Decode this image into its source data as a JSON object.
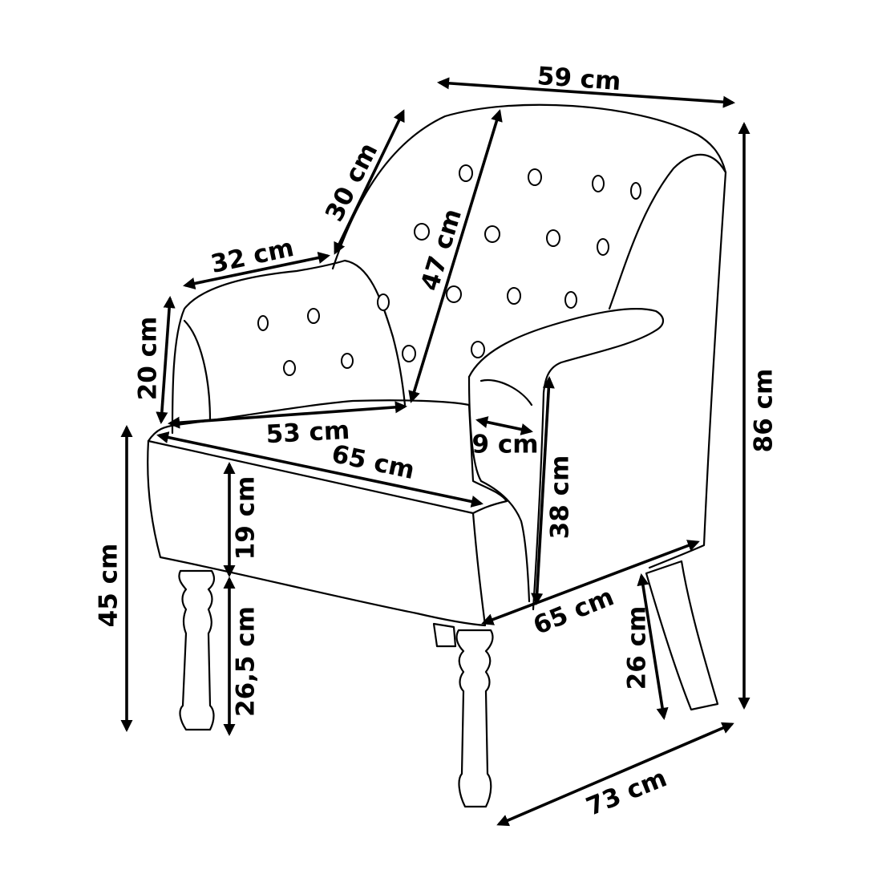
{
  "dimensions": {
    "top_width": "59 cm",
    "backrest_side_depth": "30 cm",
    "backrest_height": "47 cm",
    "armrest_length": "32 cm",
    "armrest_height": "20 cm",
    "seat_width": "53 cm",
    "armrest_width": "9 cm",
    "front_width": "65 cm",
    "side_depth": "65 cm",
    "seat_front_height": "19 cm",
    "front_leg_height": "26,5 cm",
    "seat_height": "45 cm",
    "arm_height_from_floor": "38 cm",
    "rear_leg_height": "26 cm",
    "total_height": "86 cm",
    "total_depth": "73 cm"
  }
}
